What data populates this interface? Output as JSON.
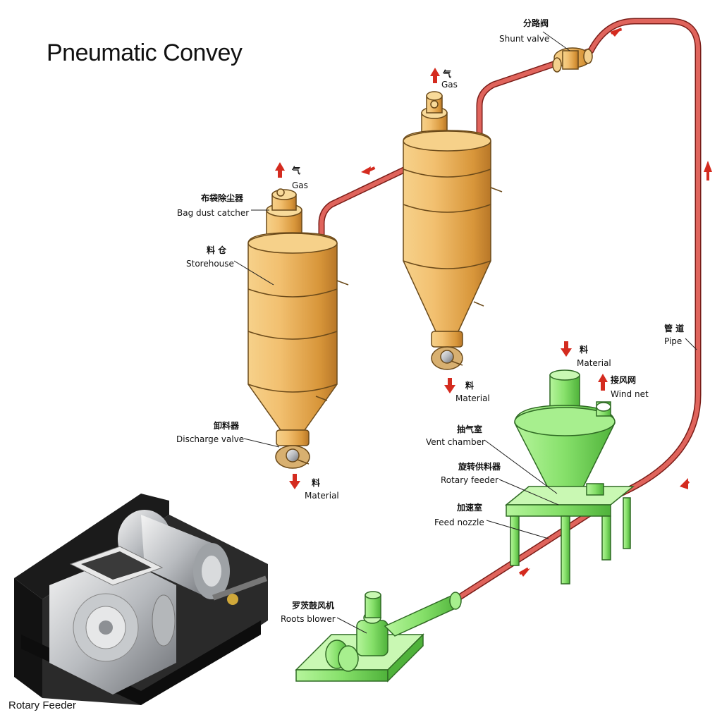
{
  "title": "Pneumatic Convey",
  "photo_caption": "Rotary Feeder",
  "labels": {
    "shunt_valve_zh": "分路阀",
    "shunt_valve_en": "Shunt valve",
    "gas_zh": "气",
    "gas_en": "Gas",
    "bag_dust_catcher_zh": "布袋除尘器",
    "bag_dust_catcher_en": "Bag dust catcher",
    "storehouse_zh": "料 仓",
    "storehouse_en": "Storehouse",
    "discharge_valve_zh": "卸料器",
    "discharge_valve_en": "Discharge valve",
    "material_zh": "料",
    "material_en": "Material",
    "pipe_zh": "管 道",
    "pipe_en": "Pipe",
    "wind_net_zh": "接风网",
    "wind_net_en": "Wind net",
    "vent_chamber_zh": "抽气室",
    "vent_chamber_en": "Vent chamber",
    "rotary_feeder_zh": "旋转供料器",
    "rotary_feeder_en": "Rotary feeder",
    "feed_nozzle_zh": "加速室",
    "feed_nozzle_en": "Feed nozzle",
    "roots_blower_zh": "罗茨鼓风机",
    "roots_blower_en": "Roots blower"
  },
  "colors": {
    "pipe": "#d9534f",
    "silo": "#e0a84a",
    "feeder_green": "#7fdc66",
    "arrow": "#d42b1f"
  }
}
